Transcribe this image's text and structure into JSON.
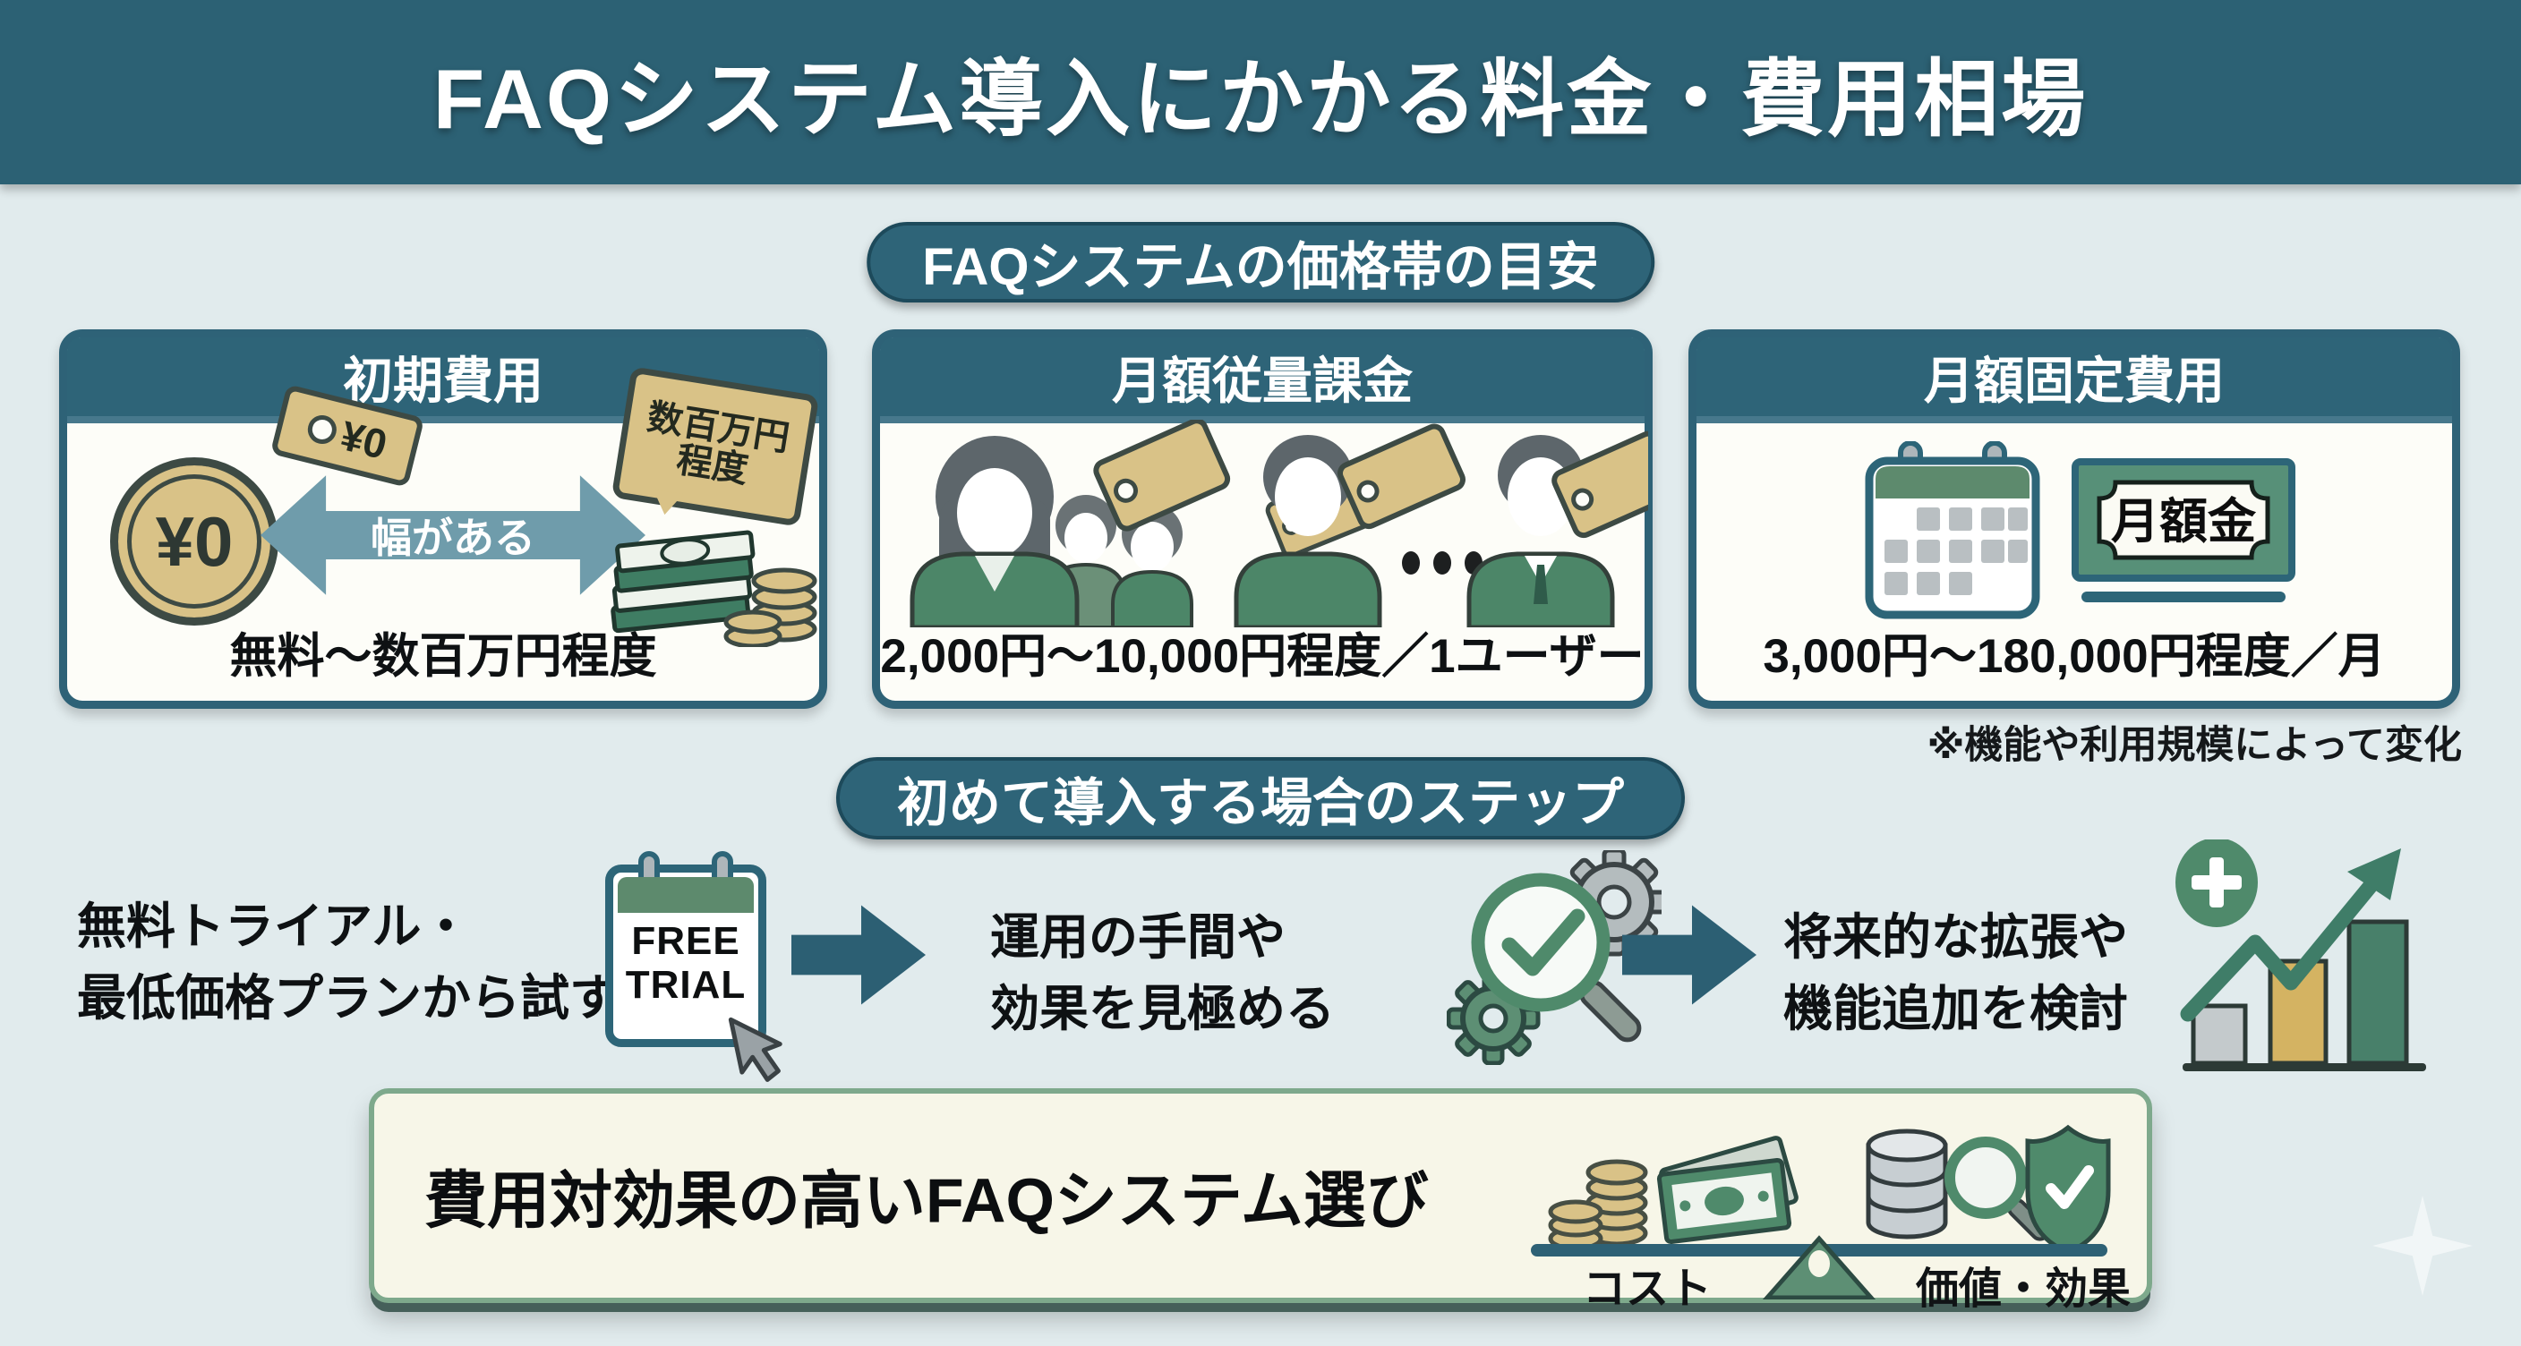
{
  "header": {
    "title": "FAQシステム導入にかかる料金・費用相場"
  },
  "pricing": {
    "badge": "FAQシステムの価格帯の目安",
    "note": "※機能や利用規模によって変化",
    "cards": [
      {
        "title": "初期費用",
        "coin_label": "¥0",
        "mini_tag_label": "¥0",
        "range_label": "幅がある",
        "big_tag_line1": "数百万円",
        "big_tag_line2": "程度",
        "price": "無料〜数百万円程度"
      },
      {
        "title": "月額従量課金",
        "price": "2,000円〜10,000円程度／1ユーザー"
      },
      {
        "title": "月額固定費用",
        "bill_label": "月額金",
        "price": "3,000円〜180,000円程度／月"
      }
    ]
  },
  "steps": {
    "badge": "初めて導入する場合のステップ",
    "items": [
      {
        "line1": "無料トライアル・",
        "line2": "最低価格プランから試す",
        "badge_line1": "FREE",
        "badge_line2": "TRIAL"
      },
      {
        "line1": "運用の手間や",
        "line2": "効果を見極める"
      },
      {
        "line1": "将来的な拡張や",
        "line2": "機能追加を検討"
      }
    ]
  },
  "conclusion": {
    "title": "費用対効果の高いFAQシステム選び",
    "left_label": "コスト",
    "right_label": "価値・効果"
  },
  "colors": {
    "teal": "#2c6174",
    "teal_band": "#2e6478",
    "muted_arrow": "#6f9cab",
    "tan": "#d9c287",
    "tan_border": "#3d4a44",
    "green": "#4f8a6b",
    "background": "#e1ebed",
    "card_bg": "#fdfdf8",
    "box_bg": "#f7f6e8",
    "box_border": "#7ea98c"
  }
}
